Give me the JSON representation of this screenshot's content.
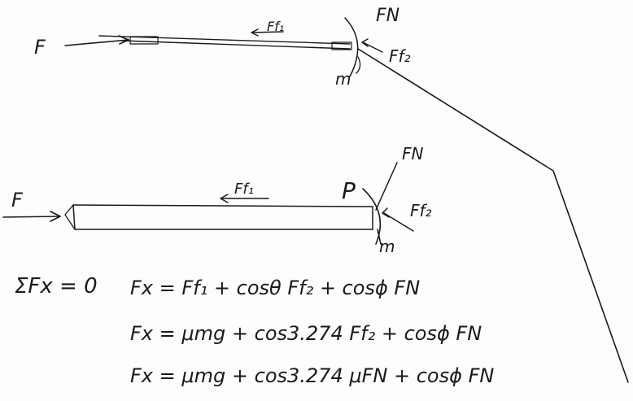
{
  "diagram": {
    "top_sketch": {
      "label_F": "F",
      "label_Ff1": "Ff₁",
      "label_FN": "FN",
      "label_Ff2": "Ff₂",
      "label_m": "m"
    },
    "bottom_sketch": {
      "label_F": "F",
      "label_Ff1": "Ff₁",
      "label_P": "P",
      "label_FN": "FN",
      "label_Ff2": "Ff₂",
      "label_m": "m"
    },
    "equations": {
      "sum_fx": "ΣFx = 0",
      "line1": "Fx = Ff₁ + cosθ Ff₂ + cosϕ FN",
      "line2": "Fx = μmg + cos3.274 Ff₂ + cosϕ FN",
      "line3": "Fx = μmg + cos3.274 μFN + cosϕ FN"
    }
  }
}
